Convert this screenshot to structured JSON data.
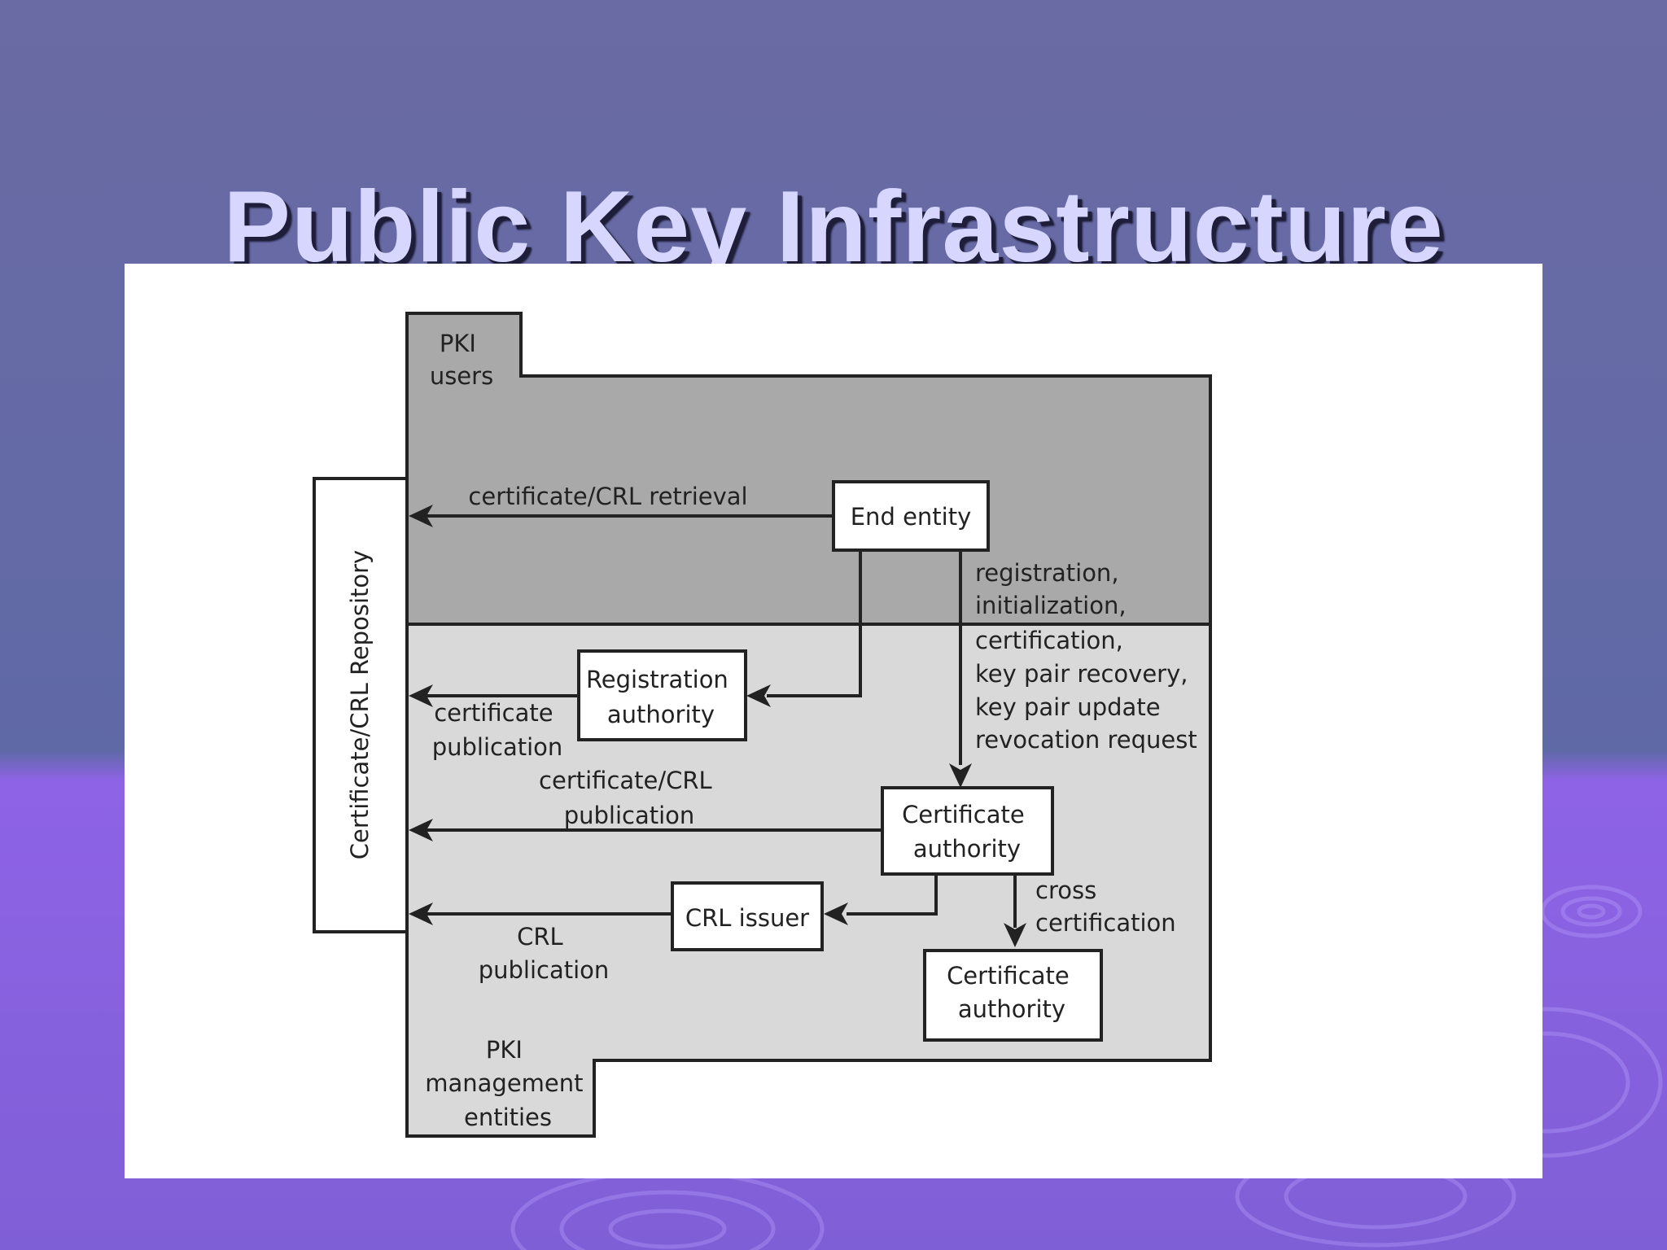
{
  "slide": {
    "title": "Public Key Infrastructure",
    "colors": {
      "background_top": "#636aa6",
      "background_bottom": "#8e63e6",
      "title_text": "#d7d6ff",
      "users_region": "#a9a9a9",
      "management_region": "#d9d9d9"
    }
  },
  "diagram": {
    "regions": {
      "pki_users": [
        "PKI",
        "users"
      ],
      "pki_management": [
        "PKI",
        "management",
        "entities"
      ]
    },
    "repository": "Certificate/CRL Repository",
    "boxes": {
      "end_entity": [
        "End entity"
      ],
      "registration_authority": [
        "Registration",
        "authority"
      ],
      "certificate_authority_1": [
        "Certificate",
        "authority"
      ],
      "crl_issuer": [
        "CRL issuer"
      ],
      "certificate_authority_2": [
        "Certificate",
        "authority"
      ]
    },
    "labels": {
      "certificate_crl_retrieval": [
        "certificate/CRL retrieval"
      ],
      "certificate_publication": [
        "certificate",
        "publication"
      ],
      "certificate_crl_publication": [
        "certificate/CRL",
        "publication"
      ],
      "crl_publication": [
        "CRL",
        "publication"
      ],
      "management_operations": [
        "registration,",
        "initialization,",
        "certification,",
        "key pair recovery,",
        "key pair update",
        "revocation request"
      ],
      "cross_certification": [
        "cross",
        "certification"
      ]
    }
  }
}
